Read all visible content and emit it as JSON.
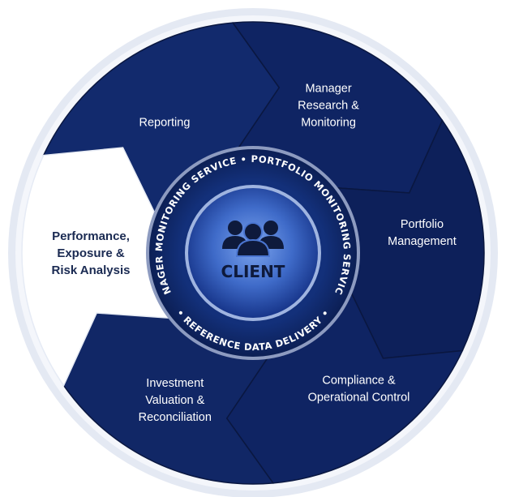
{
  "colors": {
    "segment_dark": "#0f2156",
    "segment_mid": "#142a6b",
    "active_segment": "#ffffff",
    "outer_glow": "#dde3ef",
    "center_light": "#4f7cd6",
    "center_dark": "#0e2a6e"
  },
  "center": {
    "label": "CLIENT",
    "icon": "people-group-icon"
  },
  "ring": {
    "top_text": "MANAGER MONITORING SERVICE • PORTFOLIO MONITORING SERVICE •",
    "bottom_text": "• REFERENCE DATA DELIVERY •"
  },
  "segments": [
    {
      "lines": [
        "Reporting"
      ],
      "active": false
    },
    {
      "lines": [
        "Manager",
        "Research &",
        "Monitoring"
      ],
      "active": false
    },
    {
      "lines": [
        "Portfolio",
        "Management"
      ],
      "active": false
    },
    {
      "lines": [
        "Compliance &",
        "Operational Control"
      ],
      "active": false
    },
    {
      "lines": [
        "Investment",
        "Valuation &",
        "Reconciliation"
      ],
      "active": false
    },
    {
      "lines": [
        "Performance,",
        "Exposure &",
        "Risk Analysis"
      ],
      "active": true
    }
  ]
}
